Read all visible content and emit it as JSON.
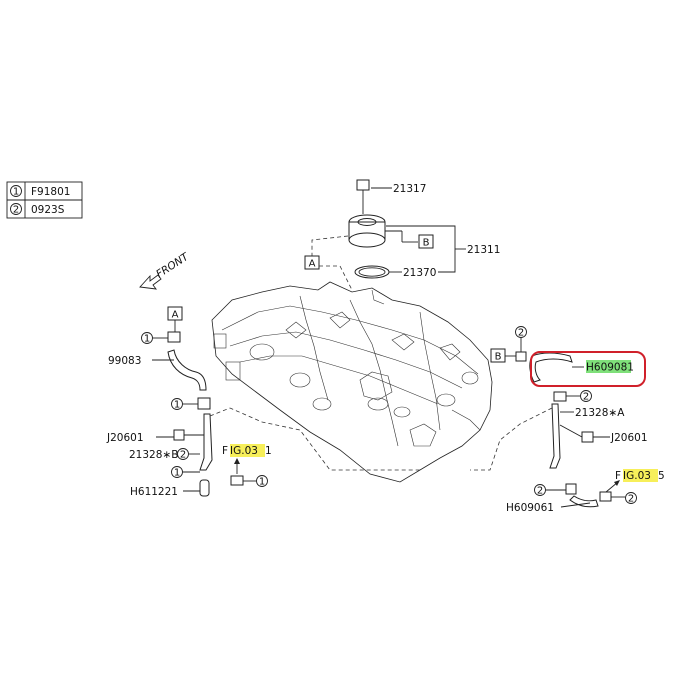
{
  "legend": [
    {
      "num": "1",
      "code": "F91801"
    },
    {
      "num": "2",
      "code": "0923S"
    }
  ],
  "front_label": "FRONT",
  "parts": {
    "p21317": "21317",
    "p21311": "21311",
    "p21370": "21370",
    "p99083": "99083",
    "pJ20601_left": "J20601",
    "p21328B": "21328∗B",
    "pH611221": "H611221",
    "pH609081": "H609081",
    "p21328A": "21328∗A",
    "pJ20601_right": "J20601",
    "pH609061": "H609061"
  },
  "fig_refs": {
    "left": {
      "prefix": "F",
      "highlight": "IG.03",
      "suffix": "1"
    },
    "right": {
      "prefix": "F",
      "highlight": "IG.03",
      "suffix": "5"
    }
  },
  "markers": {
    "A": "A",
    "B": "B",
    "one": "1",
    "two": "2"
  },
  "colors": {
    "highlight_yellow": "#f7ef5a",
    "highlight_green": "#7fe07a",
    "callout_box": "#d0202a"
  }
}
